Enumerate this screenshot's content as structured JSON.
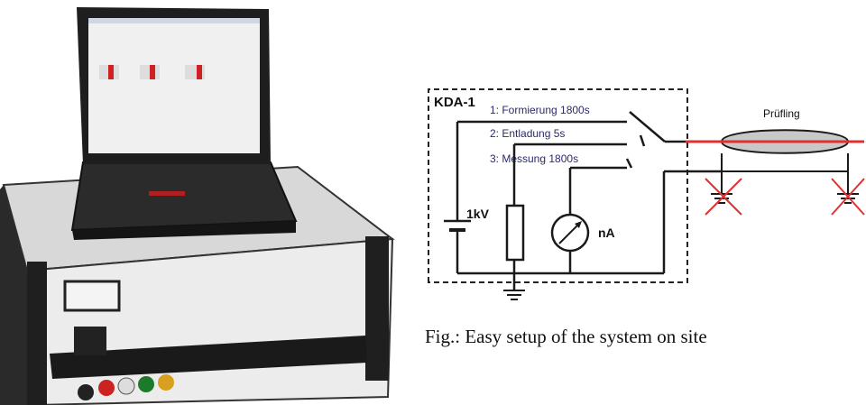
{
  "schematic": {
    "device_label": "KDA-1",
    "steps": [
      {
        "text": "1: Formierung 1800s"
      },
      {
        "text": "2: Entladung 5s"
      },
      {
        "text": "3: Messung 1800s"
      }
    ],
    "voltage_label": "1kV",
    "meter_label": "nA",
    "test_object_label": "Prüfling"
  },
  "caption": "Fig.: Easy setup of the system on site",
  "colors": {
    "wire": "#1a1a1a",
    "step_text": "#2a2a6a",
    "cable_highlight": "#e03030",
    "cross_out": "#e03030"
  }
}
